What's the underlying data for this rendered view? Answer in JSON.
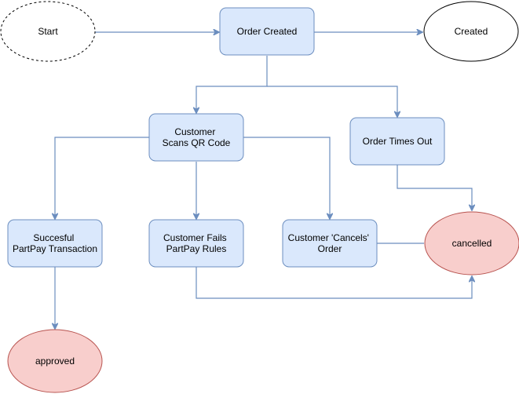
{
  "colors": {
    "process_fill": "#dae8fc",
    "process_stroke": "#6c8ebf",
    "end_fill": "#f8cecc",
    "end_stroke": "#b85450",
    "terminal_fill": "#ffffff",
    "terminal_stroke": "#000000",
    "edge": "#6c8ebf"
  },
  "nodes": {
    "start": {
      "lines": [
        "Start"
      ]
    },
    "order_created": {
      "lines": [
        "Order Created"
      ]
    },
    "created": {
      "lines": [
        "Created"
      ]
    },
    "scans_qr": {
      "lines": [
        "Customer",
        "Scans QR Code"
      ]
    },
    "times_out": {
      "lines": [
        "Order Times Out"
      ]
    },
    "successful": {
      "lines": [
        "Succesful",
        "PartPay Transaction"
      ]
    },
    "fails_rules": {
      "lines": [
        "Customer Fails",
        "PartPay Rules"
      ]
    },
    "cancels": {
      "lines": [
        "Customer 'Cancels'",
        "Order"
      ]
    },
    "cancelled": {
      "lines": [
        "cancelled"
      ]
    },
    "approved": {
      "lines": [
        "approved"
      ]
    }
  }
}
